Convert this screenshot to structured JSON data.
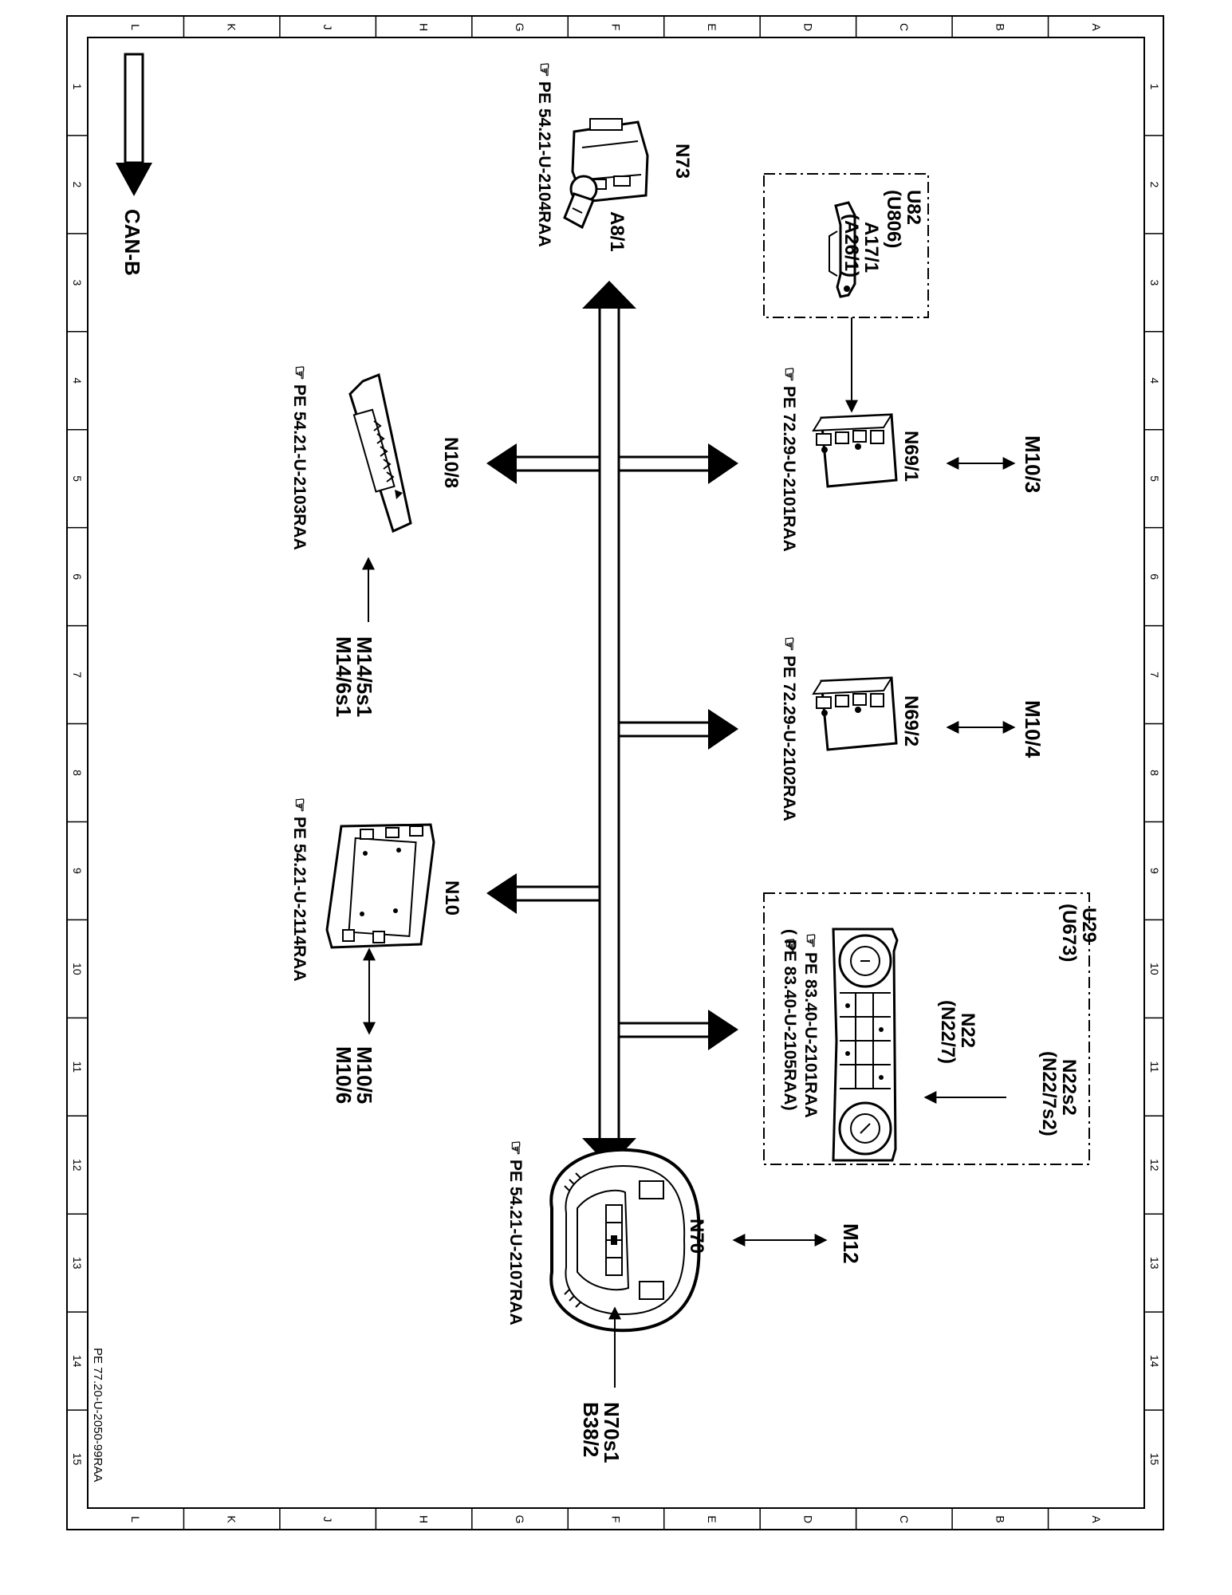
{
  "bus_label": "CAN-B",
  "footer_ref": "PE 77.20-U-2050-99RAA",
  "grid": {
    "columns": [
      "L",
      "K",
      "J",
      "H",
      "G",
      "F",
      "E",
      "D",
      "C",
      "B",
      "A"
    ],
    "rows": [
      "1",
      "2",
      "3",
      "4",
      "5",
      "6",
      "7",
      "8",
      "9",
      "10",
      "11",
      "12",
      "13",
      "14",
      "15"
    ]
  },
  "components": {
    "n73": {
      "name": "N73",
      "sub": "A8/1",
      "ref": "PE  54.21-U-2104RAA"
    },
    "u82": {
      "group": "U82",
      "group_alt": "(U806)",
      "name": "A17/1",
      "name_alt": "(A26/1)"
    },
    "n69_1": {
      "name": "N69/1",
      "ref": "PE  72.29-U-2101RAA",
      "peer": "M10/3"
    },
    "n69_2": {
      "name": "N69/2",
      "ref": "PE  72.29-U-2102RAA",
      "peer": "M10/4"
    },
    "n10_8": {
      "name": "N10/8",
      "ref": "PE  54.21-U-2103RAA",
      "input_a": "M14/5s1",
      "input_b": "M14/6s1"
    },
    "n10": {
      "name": "N10",
      "ref": "PE  54.21-U-2114RAA",
      "peer_a": "M10/5",
      "peer_b": "M10/6"
    },
    "u29": {
      "group": "U29",
      "group_alt": "(U673)",
      "name": "N22",
      "name_alt": "(N22/7)",
      "input": "N22s2",
      "input_alt": "(N22/7s2)",
      "ref_a": "PE  83.40-U-2101RAA",
      "ref_b": "(     PE  83.40-U-2105RAA)"
    },
    "n70": {
      "name": "N70",
      "ref": "PE  54.21-U-2107RAA",
      "peer": "M12",
      "input_a": "N70s1",
      "input_b": "B38/2"
    }
  }
}
